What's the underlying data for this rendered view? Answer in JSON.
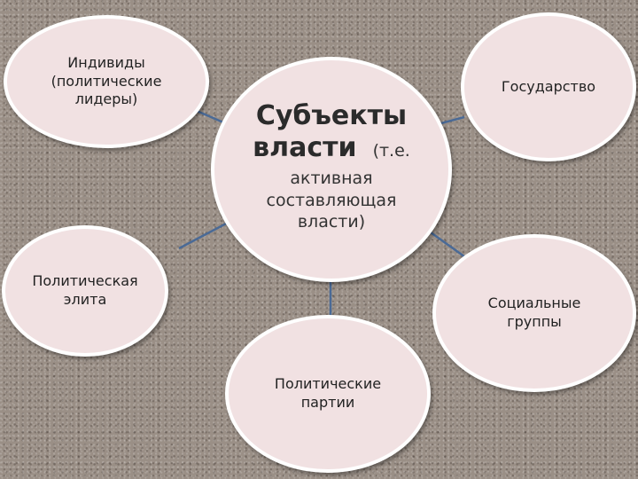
{
  "diagram": {
    "center": {
      "line1": "Субъекты",
      "line2": "власти",
      "note_start": "(т.е.",
      "note_lines": [
        "активная",
        "составляющая",
        "власти)"
      ]
    },
    "nodes": [
      {
        "id": "individuals",
        "lines": [
          "Индивиды",
          "(политические",
          "лидеры)"
        ]
      },
      {
        "id": "state",
        "lines": [
          "Государство"
        ]
      },
      {
        "id": "elite",
        "lines": [
          "Политическая",
          "элита"
        ]
      },
      {
        "id": "social",
        "lines": [
          "Социальные",
          "группы"
        ]
      },
      {
        "id": "parties",
        "lines": [
          "Политические",
          "партии"
        ]
      }
    ],
    "colors": {
      "node_fill": "#f1e1e2",
      "node_border": "#ffffff",
      "connector": "#4a6a96",
      "background": "#9a8f86"
    }
  }
}
